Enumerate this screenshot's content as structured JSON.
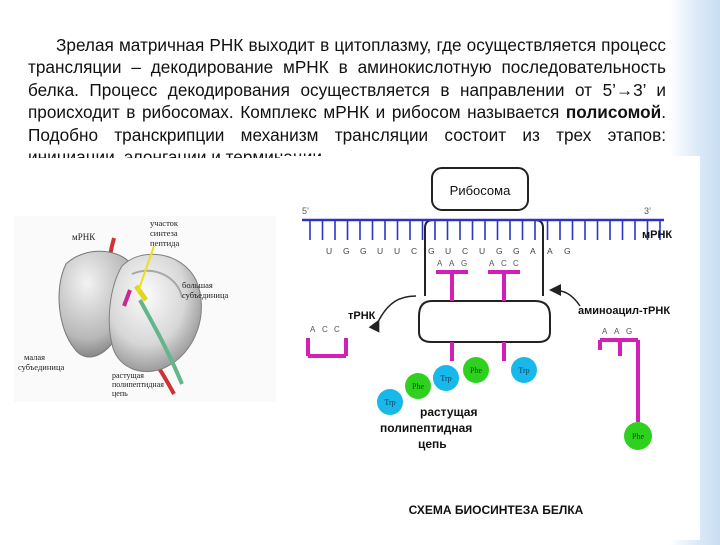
{
  "paragraph": {
    "p1": "Зрелая матричная РНК выходит в цитоплазму, где осуществляется процесс трансляции – декодирование мРНК в аминокислотную последовательность белка. Процесс декодирования осуществляется в направлении от 5’→3’ и происходит в рибосомах. Комплекс мРНК и рибосом называется ",
    "bold": "полисомой",
    "p2": ". Подобно транскрипции механизм трансляции состоит из трех этапов: инициации, элонгации и терминации."
  },
  "ribosome_figure": {
    "mrna_label": "мРНК",
    "site_label_lines": [
      "участок",
      "синтеза",
      "пептида"
    ],
    "large_subunit_lines": [
      "большая",
      "субъединица"
    ],
    "small_subunit_lines": [
      "малая",
      "субъединица"
    ],
    "chain_label_lines": [
      "растущая",
      "полипептидная",
      "цепь"
    ]
  },
  "scheme": {
    "ribosome_label": "Рибосома",
    "five_prime": "5’",
    "three_prime": "3’",
    "mrna_label": "мРНК",
    "codons": [
      "U",
      "G",
      "G",
      "U",
      "U",
      "C",
      "G",
      "U",
      "C",
      "U",
      "G",
      "G",
      "A",
      "A",
      "G"
    ],
    "anticodons_in_ribosome": [
      "A",
      "A",
      "G",
      "A",
      "C",
      "C"
    ],
    "trna_label": "тРНК",
    "aminoacyl_trna_label": "аминоацил-тРНК",
    "left_trna_anticodon": [
      "A",
      "C",
      "C"
    ],
    "right_trna_anticodon": [
      "A",
      "A",
      "G"
    ],
    "amino_acids": [
      "Phe",
      "Trp",
      "Phe",
      "Trp",
      "Trp"
    ],
    "free_amino_acid": "Phe",
    "growing_chain_lines": [
      "растущая",
      "полипептидная",
      "цепь"
    ],
    "title": "СХЕМА БИОСИНТЕЗА БЕЛКА",
    "colors": {
      "mrna": "#2a35c8",
      "trna": "#d21fb8",
      "phe": "#2fd11f",
      "trp": "#18b8ea",
      "arrow": "#d03030"
    }
  }
}
